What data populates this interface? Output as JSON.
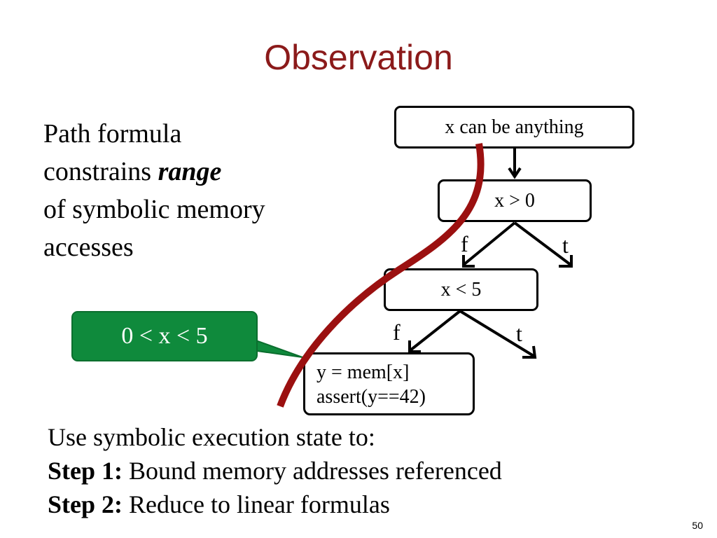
{
  "title": "Observation",
  "left_text": {
    "line1": "Path formula",
    "line2_prefix": "constrains ",
    "line2_emph": "range",
    "line3": "of symbolic memory",
    "line4": "accesses"
  },
  "diagram": {
    "root": "x can be anything",
    "cond1": "x > 0",
    "cond2": "x < 5",
    "branch_false": "f",
    "branch_true": "t",
    "code_line1": "y = mem[x]",
    "code_line2": "assert(y==42)"
  },
  "callout": {
    "text": "0 < x < 5",
    "color": "#0f8a3c"
  },
  "path_color": "#9b1010",
  "bottom": {
    "intro": "Use symbolic execution state to:",
    "step1_label": "Step 1:",
    "step1_text": " Bound memory addresses referenced",
    "step2_label": "Step 2:",
    "step2_text": " Reduce to linear formulas"
  },
  "slide_number": "50"
}
